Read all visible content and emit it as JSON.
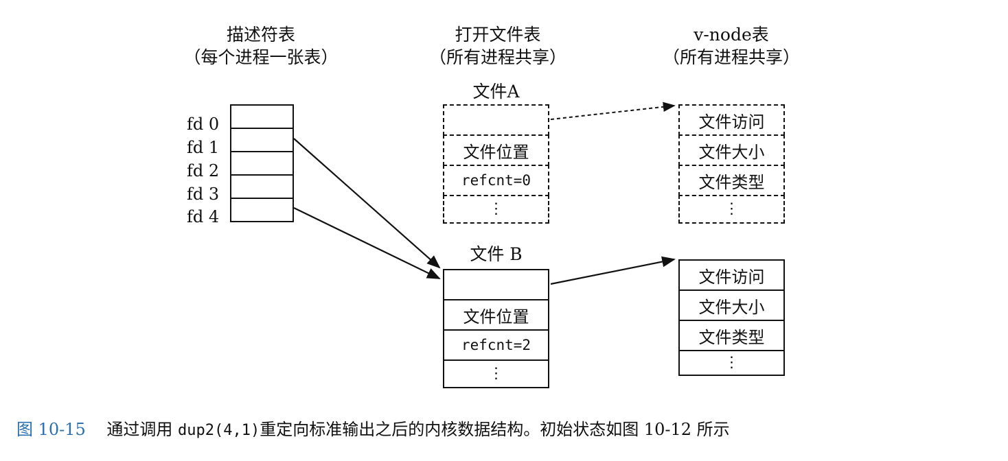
{
  "headers": {
    "descriptor": {
      "title": "描述符表",
      "sub": "（每个进程一张表）"
    },
    "open_file": {
      "title": "打开文件表",
      "sub": "（所有进程共享）"
    },
    "vnode": {
      "title": "v-node表",
      "sub": "（所有进程共享）"
    }
  },
  "descriptor_table": {
    "labels": [
      "fd 0",
      "fd 1",
      "fd 2",
      "fd 3",
      "fd 4"
    ]
  },
  "file_a": {
    "name": "文件A",
    "fields": [
      "",
      "文件位置",
      "refcnt=0",
      "⋮"
    ]
  },
  "file_b": {
    "name": "文件 B",
    "fields": [
      "",
      "文件位置",
      "refcnt=2",
      "⋮"
    ]
  },
  "vnode_a": {
    "fields": [
      "文件访问",
      "文件大小",
      "文件类型",
      "⋮"
    ]
  },
  "vnode_b": {
    "fields": [
      "文件访问",
      "文件大小",
      "文件类型",
      "⋮"
    ]
  },
  "caption": {
    "figure": "图 10-15",
    "text_before": "通过调用",
    "code": "dup2(4,1)",
    "text_after": "重定向标准输出之后的内核数据结构。初始状态如图 10-12 所示"
  },
  "style": {
    "line_color": "#111111",
    "caption_number_color": "#2a6fb0"
  }
}
